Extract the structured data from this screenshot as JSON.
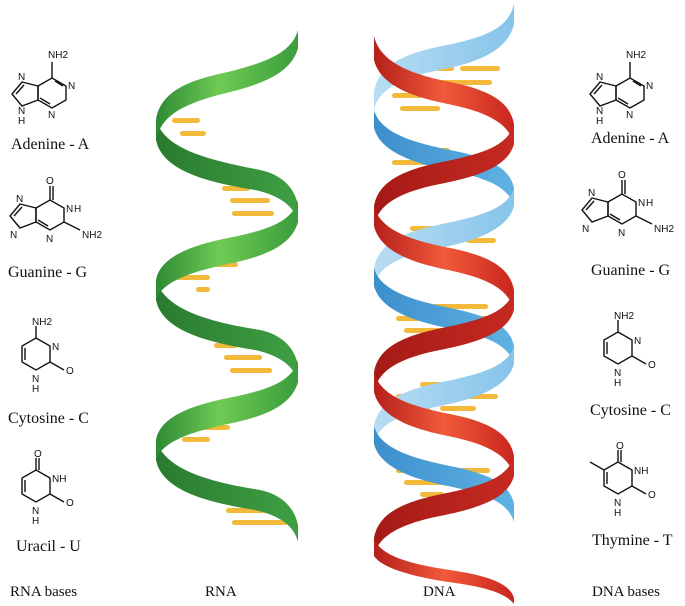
{
  "rna_bases": {
    "heading": "RNA bases",
    "adenine": {
      "name": "Adenine - A",
      "nh2": "NH2",
      "n1": "N",
      "n2": "N",
      "n3": "N",
      "nh": "N",
      "h": "H"
    },
    "guanine": {
      "name": "Guanine - G",
      "o": "O",
      "nh": "N",
      "h": "H",
      "nh2": "NH2",
      "n1": "N",
      "n2": "N",
      "n3": "N"
    },
    "cytosine": {
      "name": "Cytosine - C",
      "nh2": "NH2",
      "n1": "N",
      "nh": "N",
      "h": "H",
      "o": "O"
    },
    "uracil": {
      "name": "Uracil - U",
      "o1": "O",
      "nh": "NH",
      "nh2": "N",
      "h": "H",
      "o2": "O"
    }
  },
  "dna_bases": {
    "heading": "DNA bases",
    "adenine": {
      "name": "Adenine - A",
      "nh2": "NH2",
      "n1": "N",
      "n2": "N",
      "n3": "N",
      "nh": "N",
      "h": "H"
    },
    "guanine": {
      "name": "Guanine - G",
      "o": "O",
      "nh": "N",
      "h": "H",
      "nh2": "NH2",
      "n1": "N",
      "n2": "N",
      "n3": "N"
    },
    "cytosine": {
      "name": "Cytosine - C",
      "nh2": "NH2",
      "n1": "N",
      "nh": "N",
      "h": "H",
      "o": "O"
    },
    "thymine": {
      "name": "Thymine - T",
      "o1": "O",
      "nh": "NH",
      "nh2": "N",
      "h": "H",
      "o2": "O"
    }
  },
  "rna_label": "RNA",
  "dna_label": "DNA",
  "colors": {
    "rna_strand": "#4cb648",
    "rna_strand_dark": "#2f8f35",
    "dna_strand_red": "#e23a2a",
    "dna_strand_blue": "#4ea3d8",
    "dna_strand_blue_light": "#9fd0ee",
    "base_rungs": "#f2b93b"
  }
}
